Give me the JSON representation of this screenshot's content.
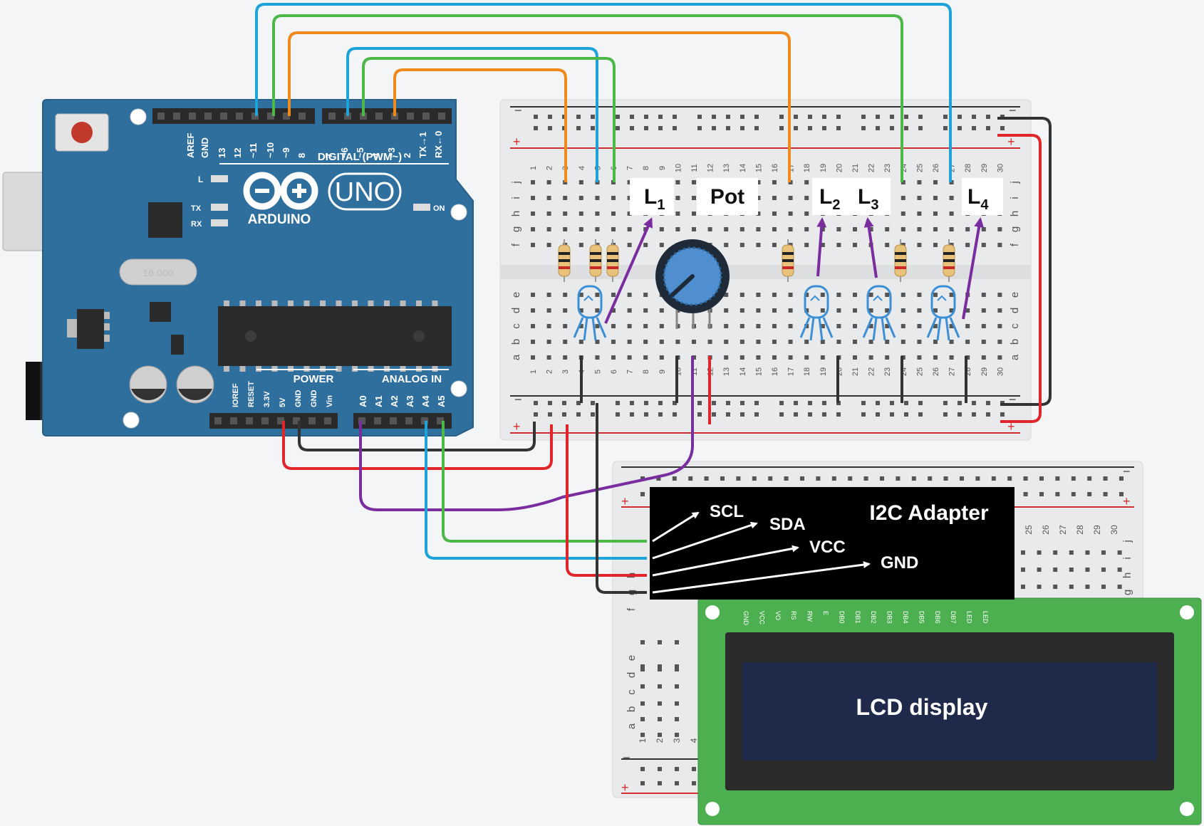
{
  "arduino": {
    "logo_text": "ARDUINO",
    "model": "UNO",
    "digital_header": "DIGITAL (PWM~)",
    "power_header": "POWER",
    "analog_header": "ANALOG IN",
    "led_l": "L",
    "led_tx": "TX",
    "led_rx": "RX",
    "led_on": "ON",
    "crystal": "16.000",
    "digital_pins": [
      "AREF",
      "GND",
      "13",
      "12",
      "~11",
      "~10",
      "~9",
      "8",
      "7",
      "~6",
      "~5",
      "4",
      "~3",
      "2",
      "TX→1",
      "RX←0"
    ],
    "power_pins": [
      "IOREF",
      "RESET",
      "3.3V",
      "5V",
      "GND",
      "GND",
      "Vin"
    ],
    "analog_pins": [
      "A0",
      "A1",
      "A2",
      "A3",
      "A4",
      "A5"
    ]
  },
  "breadboard": {
    "row_letters_top": [
      "j",
      "i",
      "h",
      "g",
      "f"
    ],
    "row_letters_bottom": [
      "e",
      "d",
      "c",
      "b",
      "a"
    ],
    "column_numbers": [
      "1",
      "2",
      "3",
      "4",
      "5",
      "6",
      "7",
      "8",
      "9",
      "10",
      "11",
      "12",
      "13",
      "14",
      "15",
      "16",
      "17",
      "18",
      "19",
      "20",
      "21",
      "22",
      "23",
      "24",
      "25",
      "26",
      "27",
      "28",
      "29",
      "30"
    ],
    "rail_minus": "−",
    "rail_plus": "+"
  },
  "breadboard2": {
    "column_numbers": [
      "25",
      "26",
      "27",
      "28",
      "29",
      "30"
    ],
    "row_letters_top": [
      "j",
      "i",
      "h",
      "g",
      "f"
    ],
    "row_letters_bottom": [
      "e",
      "d",
      "c",
      "b",
      "a"
    ],
    "low_numbers": [
      "1",
      "2",
      "3",
      "4"
    ],
    "rail_minus": "−",
    "rail_plus": "+"
  },
  "labels": {
    "l1": {
      "main": "L",
      "sub": "1"
    },
    "pot": "Pot",
    "l2": {
      "main": "L",
      "sub": "2"
    },
    "l3": {
      "main": "L",
      "sub": "3"
    },
    "l4": {
      "main": "L",
      "sub": "4"
    }
  },
  "i2c": {
    "title": "I2C Adapter",
    "pins": [
      "SCL",
      "SDA",
      "VCC",
      "GND"
    ],
    "lcd_pins": [
      "GND",
      "VCC",
      "VO",
      "RS",
      "RW",
      "E",
      "DB0",
      "DB1",
      "DB2",
      "DB3",
      "DB4",
      "DB5",
      "DB6",
      "DB7",
      "LED",
      "LED"
    ]
  },
  "lcd": {
    "label": "LCD display"
  },
  "colors": {
    "board_blue": "#2f6f9e",
    "wire_orange": "#f08a1c",
    "wire_blue": "#1ea3d8",
    "wire_green": "#4cb848",
    "wire_red": "#e0262b",
    "wire_black": "#333333",
    "wire_purple": "#7a2d9e",
    "lcd_green": "#4caf50",
    "lcd_screen": "#1f2a4a"
  }
}
